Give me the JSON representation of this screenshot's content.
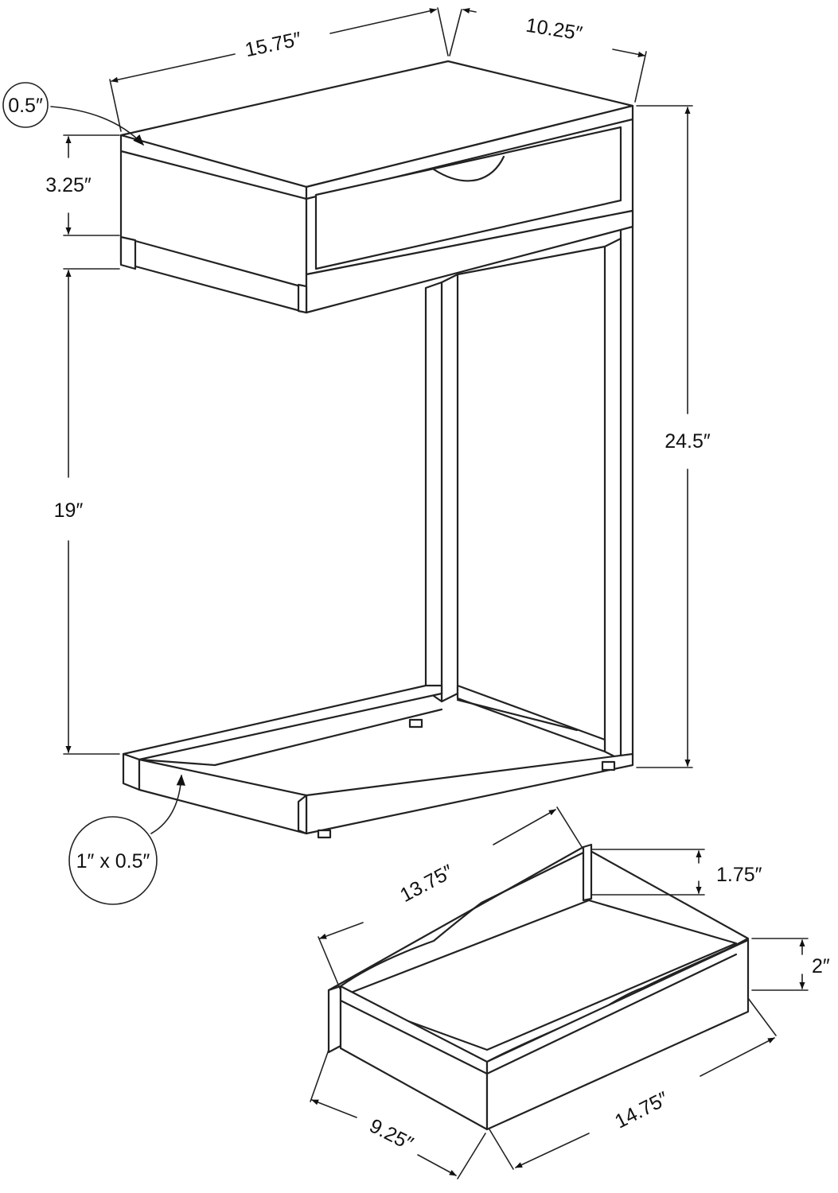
{
  "dimensions": {
    "width": "15.75″",
    "depth": "10.25″",
    "top_thickness": "0.5″",
    "drawer_height": "3.25″",
    "leg_height": "19″",
    "total_height": "24.5″",
    "base_section": "1″ x 0.5″",
    "drawer_inner_width": "13.75″",
    "drawer_inner_depth": "1.75″",
    "drawer_height_side": "2″",
    "drawer_depth": "9.25″",
    "drawer_length": "14.75″"
  }
}
